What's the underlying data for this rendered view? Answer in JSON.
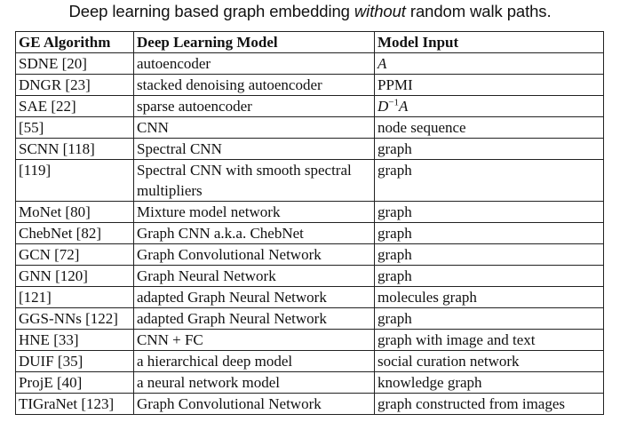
{
  "caption": {
    "before": "Deep learning based graph embedding ",
    "emph": "without",
    "after": " random walk paths."
  },
  "headers": [
    "GE Algorithm",
    "Deep Learning Model",
    "Model Input"
  ],
  "rows": [
    {
      "algo": "SDNE [20]",
      "model": "autoencoder",
      "input": "A",
      "input_math": true
    },
    {
      "algo": "DNGR [23]",
      "model": "stacked denoising autoencoder",
      "input": "PPMI"
    },
    {
      "algo": "SAE [22]",
      "model": "sparse autoencoder",
      "input": "D",
      "input_sup": "−1",
      "input_tail": "A",
      "input_math": true
    },
    {
      "algo": "[55]",
      "model": "CNN",
      "input": "node sequence"
    },
    {
      "algo": "SCNN [118]",
      "model": "Spectral CNN",
      "input": "graph"
    },
    {
      "algo": "[119]",
      "model": "Spectral CNN with smooth spectral multipliers",
      "input": "graph"
    },
    {
      "algo": "MoNet [80]",
      "model": "Mixture model network",
      "input": "graph"
    },
    {
      "algo": "ChebNet [82]",
      "model": "Graph CNN a.k.a. ChebNet",
      "input": "graph"
    },
    {
      "algo": "GCN [72]",
      "model": "Graph Convolutional Network",
      "input": "graph"
    },
    {
      "algo": "GNN [120]",
      "model": "Graph Neural Network",
      "input": "graph"
    },
    {
      "algo": "[121]",
      "model": "adapted Graph Neural Network",
      "input": "molecules graph"
    },
    {
      "algo": "GGS-NNs [122]",
      "model": "adapted Graph Neural Network",
      "input": "graph"
    },
    {
      "algo": "HNE [33]",
      "model": "CNN + FC",
      "input": "graph with image and text"
    },
    {
      "algo": "DUIF [35]",
      "model": "a hierarchical deep model",
      "input": "social curation network"
    },
    {
      "algo": "ProjE [40]",
      "model": "a neural network model",
      "input": "knowledge graph"
    },
    {
      "algo": "TIGraNet [123]",
      "model": "Graph Convolutional Network",
      "input": "graph constructed from images"
    }
  ]
}
